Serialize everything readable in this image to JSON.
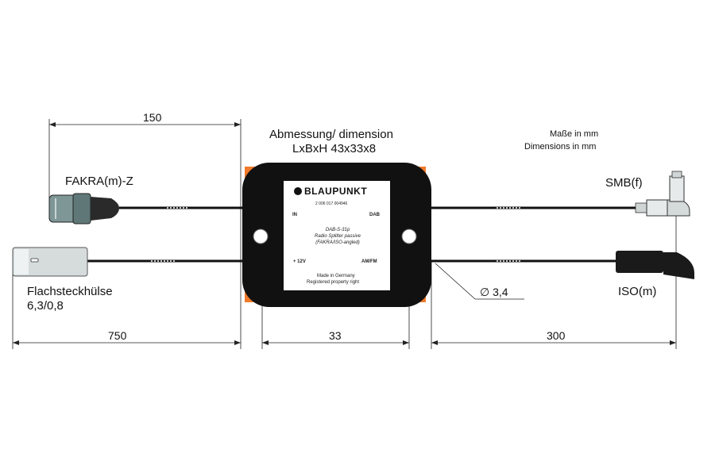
{
  "title_line1": "Abmessung/ dimension",
  "title_line2": "LxBxH 43x33x8",
  "units_de": "Maße in mm",
  "units_en": "Dimensions in mm",
  "connectors": {
    "fakra": "FAKRA(m)-Z",
    "flat_line1": "Flachsteckhülse",
    "flat_line2": "6,3/0,8",
    "smb": "SMB(f)",
    "iso": "ISO(m)"
  },
  "dimensions": {
    "top_cable": "150",
    "bottom_left_cable": "750",
    "box_width": "33",
    "right_cable": "300",
    "cable_diameter": "∅ 3,4"
  },
  "label_card": {
    "brand": "BLAUPUNKT",
    "part_number": "2 006 017 004946",
    "port_in": "IN",
    "port_dab": "DAB",
    "model": "DAB-S-31p",
    "desc1": "Radio Splitter passive",
    "desc2": "(FAKRA/ISO-angled)",
    "port_12v": "+ 12V",
    "port_amfm": "AM/FM",
    "made_in": "Made in Germany",
    "registered": "Registered property right"
  },
  "colors": {
    "housing": "#111111",
    "tabs": "#f07a2a",
    "fakra_plug": "#7f9696",
    "flat_plug": "#d6dcdc"
  }
}
